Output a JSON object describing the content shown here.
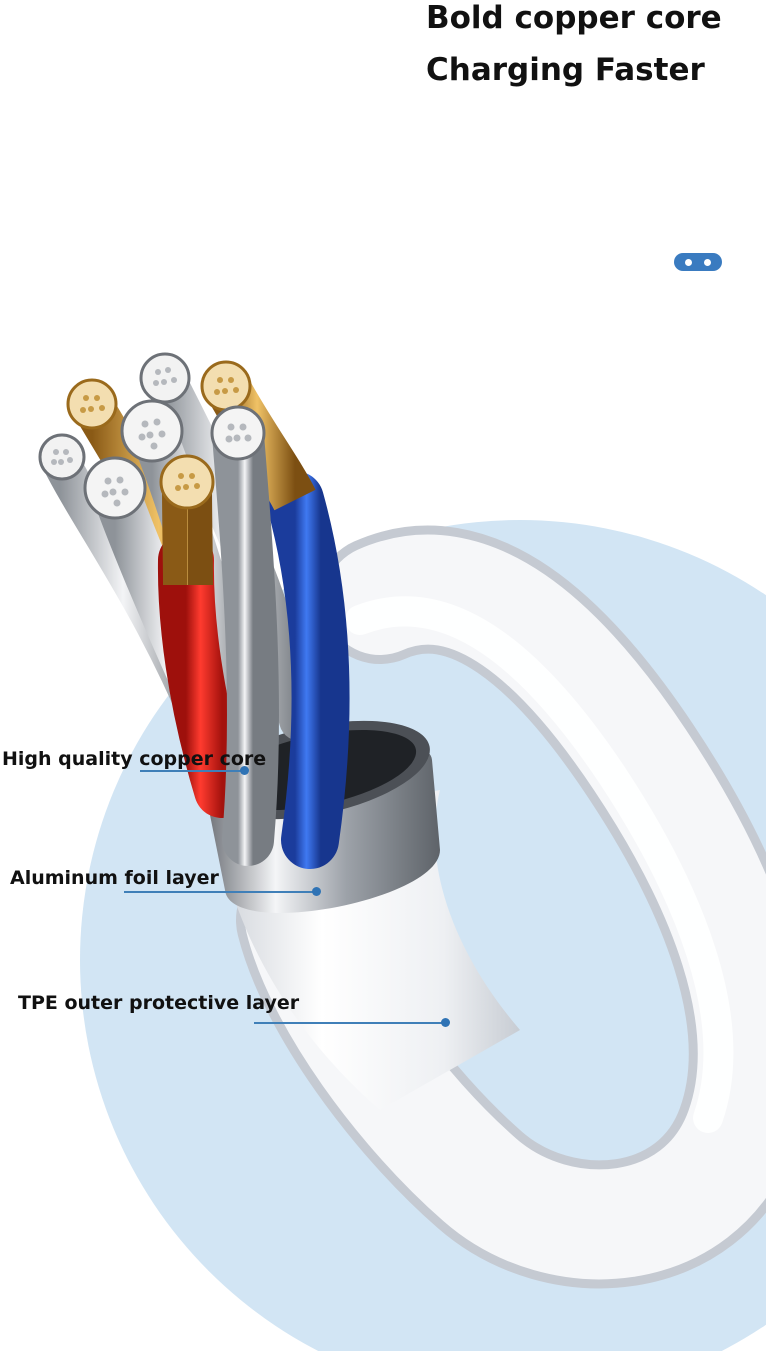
{
  "headline": {
    "line1": "Bold copper core",
    "line2": "Charging Faster"
  },
  "callouts": {
    "copper_core": "High quality copper core",
    "aluminum_foil": "Aluminum foil layer",
    "tpe_layer": "TPE outer protective layer"
  },
  "icons": {
    "indicator": "carousel-dots-icon"
  },
  "colors": {
    "accent_blue": "#3a7bc0",
    "circle_bg": "#d2e5f4",
    "copper": "#c8902e",
    "silver": "#d9d9d9",
    "red_wire": "#e8251e",
    "blue_wire": "#2a5ed8"
  }
}
